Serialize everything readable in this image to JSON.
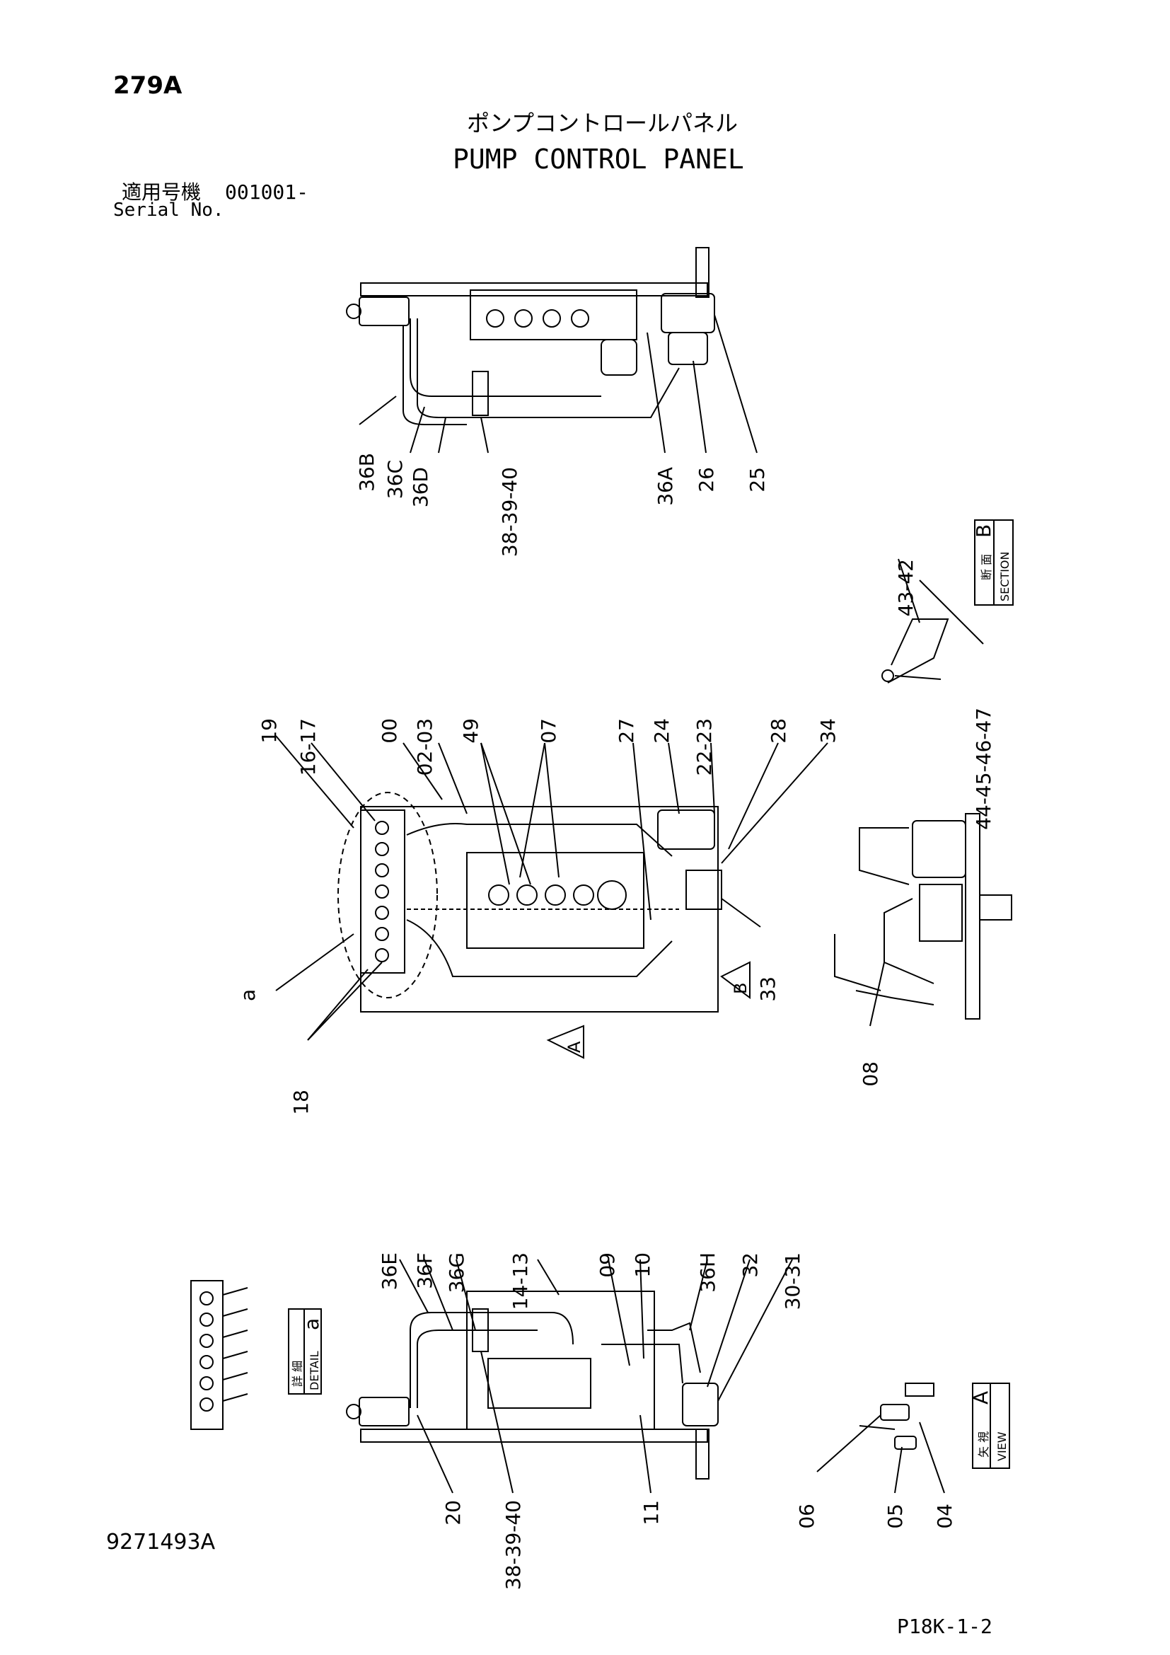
{
  "header": {
    "sheet_id": "279A",
    "title_jp": "ポンプコントロールパネル",
    "title_en": "PUMP CONTROL PANEL",
    "serial_label_jp": "適用号機",
    "serial_value": "001001-",
    "serial_label_en": "Serial No."
  },
  "footer": {
    "drawing_number": "9271493A",
    "page_reference": "P18K-1-2"
  },
  "views": {
    "section_b": {
      "jp": "断 面",
      "letter": "B",
      "en": "SECTION"
    },
    "detail_a": {
      "jp": "詳 細",
      "letter": "a",
      "en": "DETAIL"
    },
    "view_a": {
      "jp": "矢 視",
      "letter": "A",
      "en": "VIEW"
    }
  },
  "markers": {
    "view_marker_a": "A",
    "view_marker_b": "B",
    "detail_marker": "a"
  },
  "callouts": {
    "top_view": [
      "36B",
      "36C",
      "36D",
      "38-39-40",
      "36A",
      "26",
      "25"
    ],
    "section_b": [
      "43-42",
      "44-45-46-47"
    ],
    "main_view": [
      "19",
      "16-17",
      "00",
      "02-03",
      "49",
      "07",
      "27",
      "24",
      "22-23",
      "28",
      "34",
      "33",
      "18"
    ],
    "side_view": [
      "08"
    ],
    "bottom_view": [
      "36E",
      "36F",
      "36G",
      "14-13",
      "09",
      "10",
      "36H",
      "32",
      "30-31",
      "20",
      "38-39-40",
      "11"
    ],
    "view_a": [
      "06",
      "05",
      "04"
    ]
  }
}
